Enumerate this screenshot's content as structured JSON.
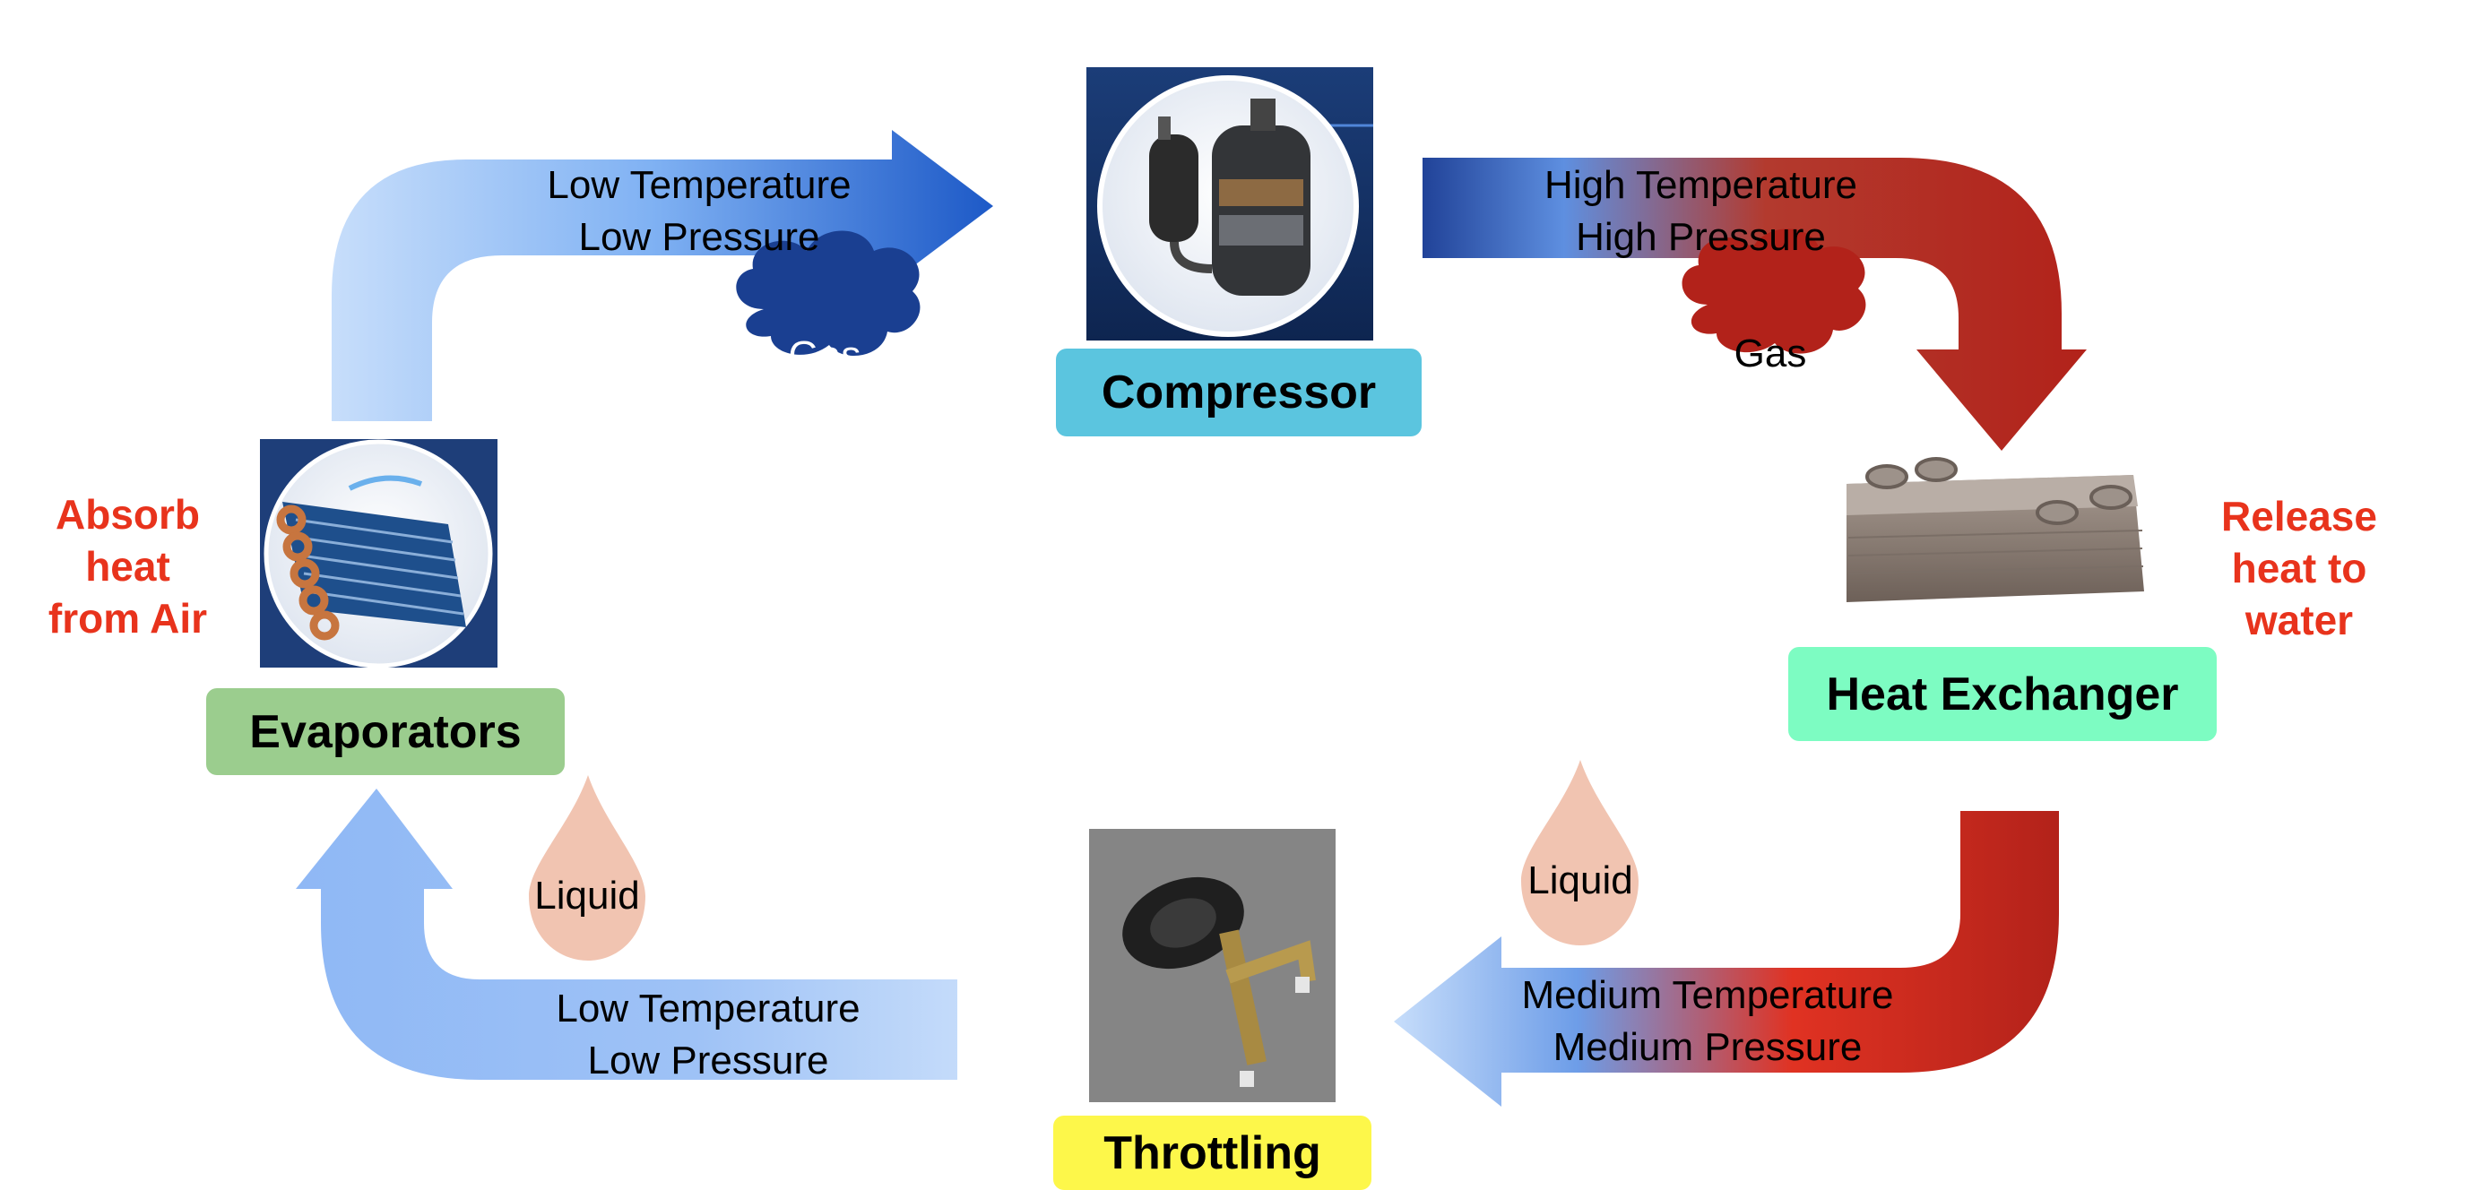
{
  "components": {
    "compressor": "Compressor",
    "heat_exchanger": "Heat Exchanger",
    "throttling": "Throttling",
    "evaporators": "Evaporators"
  },
  "side_notes": {
    "absorb": [
      "Absorb",
      "heat",
      "from Air"
    ],
    "release": [
      "Release",
      "heat to",
      "water"
    ]
  },
  "flows": {
    "evap_to_comp": [
      "Low Temperature",
      "Low Pressure"
    ],
    "comp_to_hx": [
      "High Temperature",
      "High Pressure"
    ],
    "hx_to_throttle": [
      "Medium Temperature",
      "Medium Pressure"
    ],
    "throttle_to_evap": [
      "Low Temperature",
      "Low Pressure"
    ]
  },
  "states": {
    "gas_blue": "Gas",
    "gas_red": "Gas",
    "liquid_left": "Liquid",
    "liquid_right": "Liquid"
  },
  "colors": {
    "compressor_label": "#5bc5df",
    "heat_exchanger_label": "#7dfcc2",
    "throttling_label": "#fdf74a",
    "evaporators_label": "#9bcd8e",
    "side_note_text": "#e8331c",
    "gas_blue_cloud": "#1a3f91",
    "gas_red_cloud": "#b2221a",
    "liquid_drop": "#f1c4b1"
  }
}
